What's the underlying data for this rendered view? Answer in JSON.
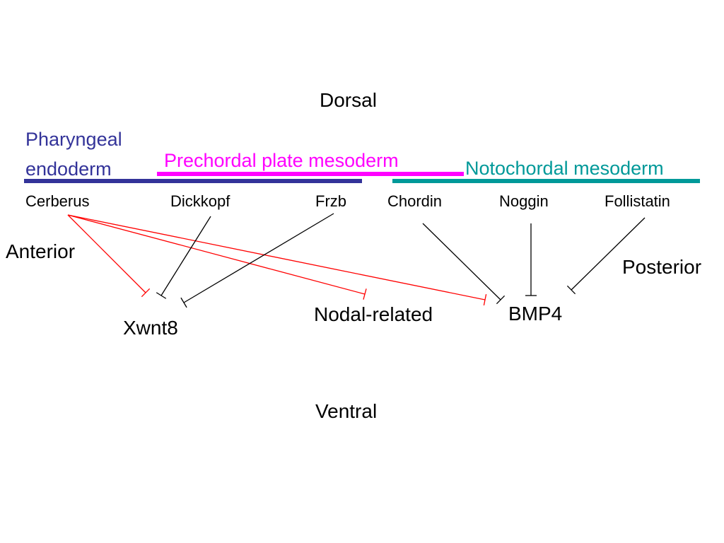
{
  "axes": {
    "dorsal": "Dorsal",
    "ventral": "Ventral",
    "anterior": "Anterior",
    "posterior": "Posterior"
  },
  "tissues": {
    "pharyngeal_line1": "Pharyngeal",
    "pharyngeal_line2": "endoderm",
    "prechordal": "Prechordal plate mesoderm",
    "notochordal": "Notochordal mesoderm"
  },
  "factors": {
    "cerberus": "Cerberus",
    "dickkopf": "Dickkopf",
    "frzb": "Frzb",
    "chordin": "Chordin",
    "noggin": "Noggin",
    "follistatin": "Follistatin"
  },
  "targets": {
    "xwnt8": "Xwnt8",
    "nodal": "Nodal-related",
    "bmp4": "BMP4"
  },
  "colors": {
    "pharyngeal": "#333399",
    "prechordal": "#ff00ff",
    "notochordal": "#009999",
    "cerberus_inhibition": "#ff0000",
    "other_inhibition": "#000000"
  },
  "inhibitions": [
    {
      "from": "Cerberus",
      "to": "Xwnt8",
      "color_key": "cerberus_inhibition"
    },
    {
      "from": "Cerberus",
      "to": "Nodal-related",
      "color_key": "cerberus_inhibition"
    },
    {
      "from": "Cerberus",
      "to": "BMP4",
      "color_key": "cerberus_inhibition"
    },
    {
      "from": "Dickkopf",
      "to": "Xwnt8",
      "color_key": "other_inhibition"
    },
    {
      "from": "Frzb",
      "to": "Xwnt8",
      "color_key": "other_inhibition"
    },
    {
      "from": "Chordin",
      "to": "BMP4",
      "color_key": "other_inhibition"
    },
    {
      "from": "Noggin",
      "to": "BMP4",
      "color_key": "other_inhibition"
    },
    {
      "from": "Follistatin",
      "to": "BMP4",
      "color_key": "other_inhibition"
    }
  ]
}
